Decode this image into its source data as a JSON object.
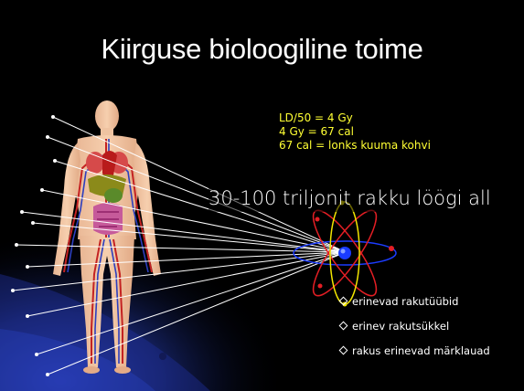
{
  "slide": {
    "title": "Kiirguse bioloogiline toime",
    "facts": [
      "LD/50 = 4 Gy",
      "4 Gy = 67 cal",
      "67 cal = lonks kuuma kohvi"
    ],
    "cell_count_text": "30-100 triljonit rakku löögi all",
    "bullets": [
      "erinevad rakutüübid",
      "erinev rakutsükkel",
      "rakus erinevad märklauad"
    ]
  },
  "colors": {
    "background": "#000000",
    "title": "#ffffff",
    "facts": "#ffff33",
    "orbit": "#f2e600",
    "orbit_red": "#e31e24",
    "orbit_blue": "#1c3cff",
    "nucleus": "#1a3cff"
  },
  "icons": [
    "human-body-figure",
    "atom-symbol"
  ]
}
